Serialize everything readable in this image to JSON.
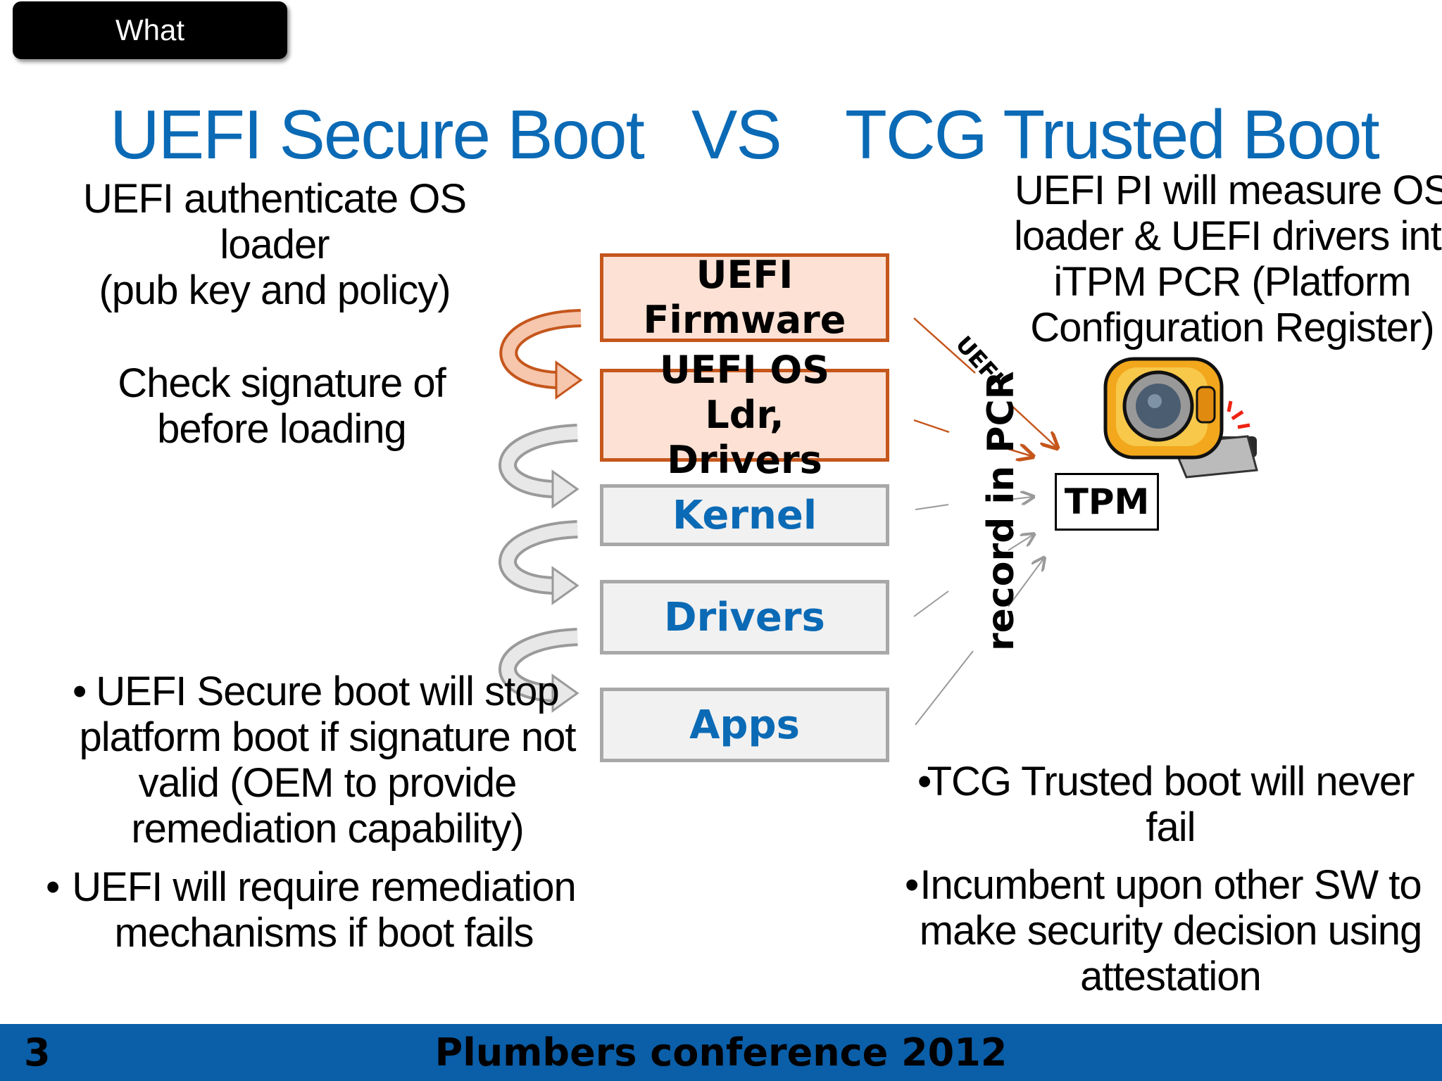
{
  "tag": "What",
  "headings": {
    "left": "UEFI Secure Boot",
    "vs": "VS",
    "right": "TCG Trusted Boot"
  },
  "left_text": {
    "authenticate": [
      "UEFI authenticate OS",
      "loader",
      "(pub key and policy)"
    ],
    "check": [
      "Check signature of",
      "before loading"
    ],
    "bullet1": [
      "UEFI Secure boot will stop",
      "platform boot if signature not",
      "valid (OEM to provide",
      "remediation capability)"
    ],
    "bullet2": [
      "UEFI will require remediation",
      "mechanisms if boot fails"
    ]
  },
  "right_text": {
    "measure": [
      "UEFI PI will measure OS",
      "loader & UEFI drivers into",
      "iTPM PCR (Platform",
      "Configuration Register)"
    ],
    "bullet1": [
      "TCG Trusted boot will never",
      "fail"
    ],
    "bullet2": [
      "Incumbent upon other SW to",
      "make security decision using",
      "attestation"
    ]
  },
  "stack": {
    "firmware": [
      "UEFI",
      "Firmware"
    ],
    "loader": [
      "UEFI OS",
      "Ldr,",
      "Drivers"
    ],
    "kernel": "Kernel",
    "drivers": "Drivers",
    "apps": "Apps"
  },
  "diagram": {
    "record_label": "record in PCR",
    "uefi_label": "UEFI",
    "tpm_label": "TPM"
  },
  "footer": {
    "title": "Plumbers conference 2012",
    "page_number": "3"
  },
  "colors": {
    "heading_blue": "#0b6ab5",
    "footer_blue": "#0b5ea8",
    "firmware_fill": "#fde1d4",
    "firmware_border": "#c5561c",
    "gray_border": "#a8a8a8"
  }
}
